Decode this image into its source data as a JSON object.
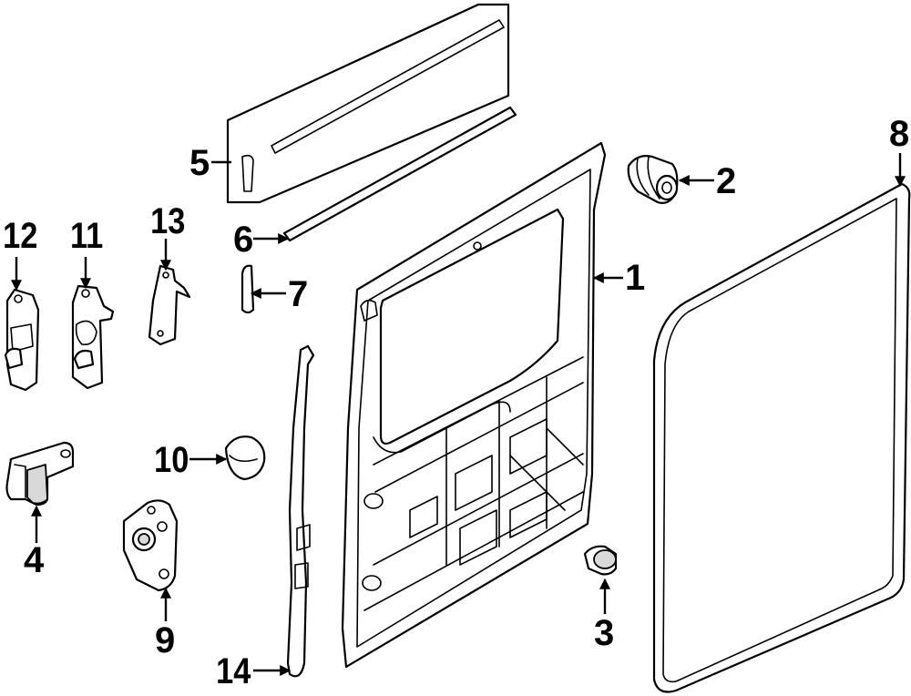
{
  "callouts": [
    {
      "id": "1",
      "label": "1"
    },
    {
      "id": "2",
      "label": "2"
    },
    {
      "id": "3",
      "label": "3"
    },
    {
      "id": "4",
      "label": "4"
    },
    {
      "id": "5",
      "label": "5"
    },
    {
      "id": "6",
      "label": "6"
    },
    {
      "id": "7",
      "label": "7"
    },
    {
      "id": "8",
      "label": "8"
    },
    {
      "id": "9",
      "label": "9"
    },
    {
      "id": "10",
      "label": "10"
    },
    {
      "id": "11",
      "label": "11"
    },
    {
      "id": "12",
      "label": "12"
    },
    {
      "id": "13",
      "label": "13"
    },
    {
      "id": "14",
      "label": "14"
    }
  ],
  "colors": {
    "line": "#000000",
    "background": "#ffffff",
    "shade": "#d9d9d9"
  }
}
